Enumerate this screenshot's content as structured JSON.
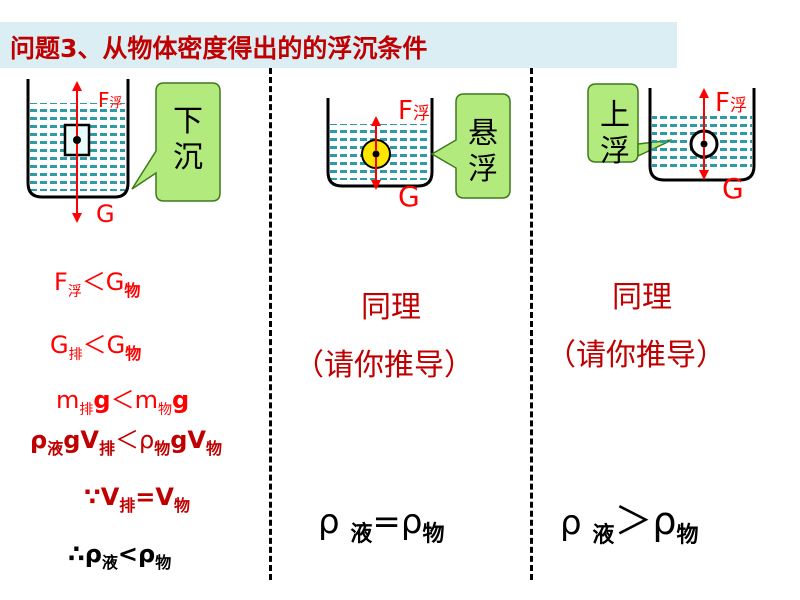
{
  "title": "问题3、从物体密度得出的的浮沉条件",
  "left": {
    "force_up": "F",
    "force_up_sub": "浮",
    "force_down": "G",
    "bubble": [
      "下",
      "沉"
    ],
    "f1_a": "F",
    "f1_a_sub": "浮",
    "f1_op": "＜G",
    "f1_b_sub": "物",
    "f2_a": "G",
    "f2_a_sub": "排",
    "f2_op": "＜G",
    "f2_b_sub": "物",
    "f3_a": "m",
    "f3_a_sub": "排",
    "f3_g": "g",
    "f3_op": "＜m",
    "f3_b_sub": "物",
    "f3_g2": "g",
    "f4_rho": "ρ",
    "f4_sub1": "液",
    "f4_gv": "gV",
    "f4_sub2": "排",
    "f4_op": "＜ρ",
    "f4_sub3": "物",
    "f4_gv2": "gV",
    "f4_sub4": "物",
    "f5_pre": "∵V",
    "f5_sub1": "排",
    "f5_eq": "=V",
    "f5_sub2": "物",
    "f6_pre": "∴ρ",
    "f6_sub1": "液",
    "f6_lt": "<ρ",
    "f6_sub2": "物"
  },
  "middle": {
    "force_up": "F",
    "force_up_sub": "浮",
    "force_down": "G",
    "bubble": [
      "悬",
      "浮"
    ],
    "same": "同理",
    "derive": "（请你推导）",
    "result_rho": "ρ",
    "result_sub1": "液",
    "result_eq": "=ρ",
    "result_sub2": "物"
  },
  "right": {
    "force_up": "F",
    "force_up_sub": "浮",
    "force_down": "G",
    "bubble": [
      "上",
      "浮"
    ],
    "same": "同理",
    "derive": "（请你推导）",
    "result_rho": "ρ",
    "result_sub1": "液",
    "result_gt": "＞ρ",
    "result_sub2": "物"
  },
  "colors": {
    "title_bg": "#dbeef4",
    "title_text": "#c00000",
    "formula_red": "#ff0000",
    "bubble_fill": "#b3ea7e",
    "water": "#2e9aa8",
    "ball": "#ffe600"
  }
}
